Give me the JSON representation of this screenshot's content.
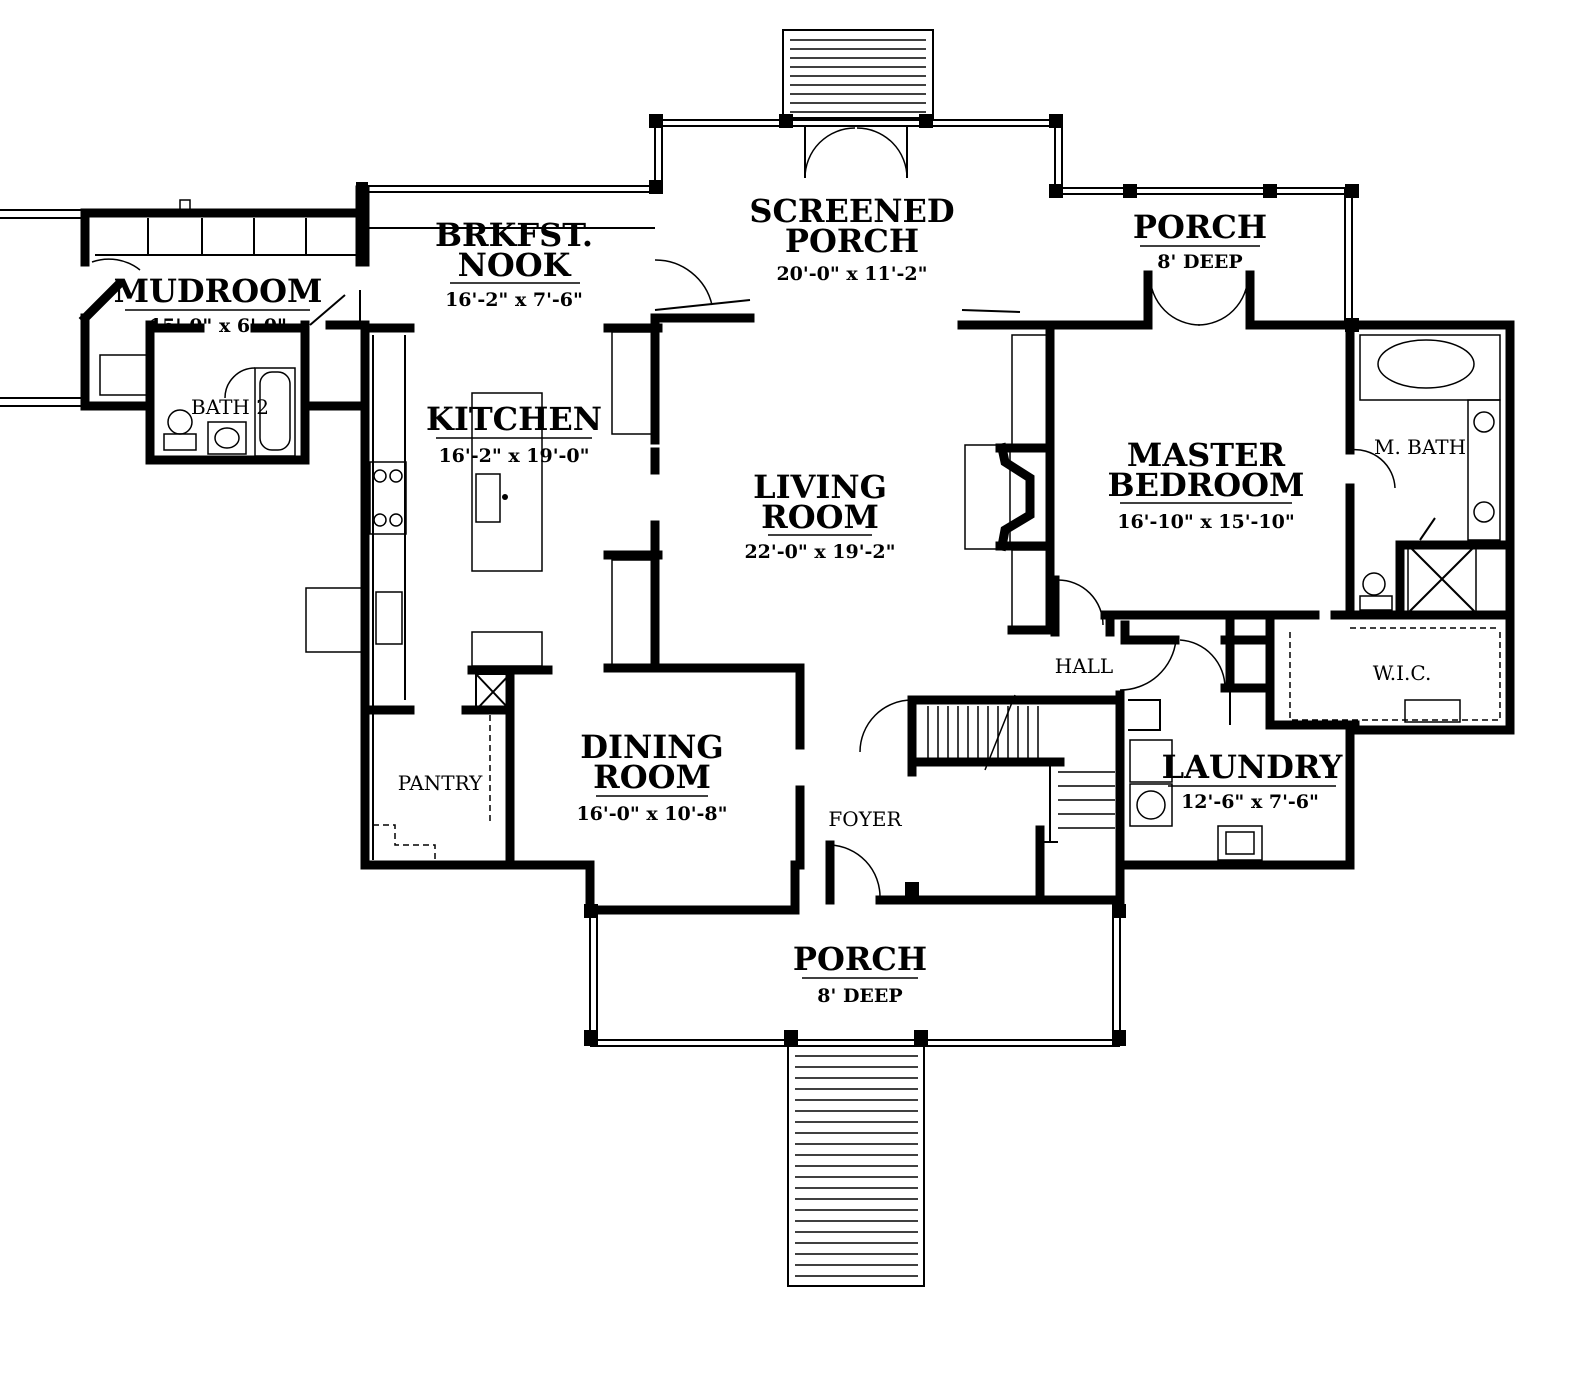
{
  "rooms": {
    "screened_porch": {
      "name_line1": "SCREENED",
      "name_line2": "PORCH",
      "dims": "20'-0\" x 11'-2\""
    },
    "rear_porch": {
      "name": "PORCH",
      "depth": "8' DEEP"
    },
    "brkfst_nook": {
      "name_line1": "BRKFST.",
      "name_line2": "NOOK",
      "dims": "16'-2\" x 7'-6\""
    },
    "mudroom": {
      "name": "MUDROOM",
      "dims": "15'-0\" x 6'-0\""
    },
    "bath2": {
      "name": "BATH 2"
    },
    "kitchen": {
      "name": "KITCHEN",
      "dims": "16'-2\" x 19'-0\""
    },
    "living_room": {
      "name_line1": "LIVING",
      "name_line2": "ROOM",
      "dims": "22'-0\" x 19'-2\""
    },
    "master_bedroom": {
      "name_line1": "MASTER",
      "name_line2": "BEDROOM",
      "dims": "16'-10\" x 15'-10\""
    },
    "master_bath": {
      "name": "M. BATH"
    },
    "wic": {
      "name": "W.I.C."
    },
    "hall": {
      "name": "HALL"
    },
    "laundry": {
      "name": "LAUNDRY",
      "dims": "12'-6\" x 7'-6\""
    },
    "pantry": {
      "name": "PANTRY"
    },
    "dining_room": {
      "name_line1": "DINING",
      "name_line2": "ROOM",
      "dims": "16'-0\" x 10'-8\""
    },
    "foyer": {
      "name": "FOYER"
    },
    "front_porch": {
      "name": "PORCH",
      "depth": "8' DEEP"
    }
  },
  "colors": {
    "ink": "#000000",
    "paper": "#ffffff"
  }
}
